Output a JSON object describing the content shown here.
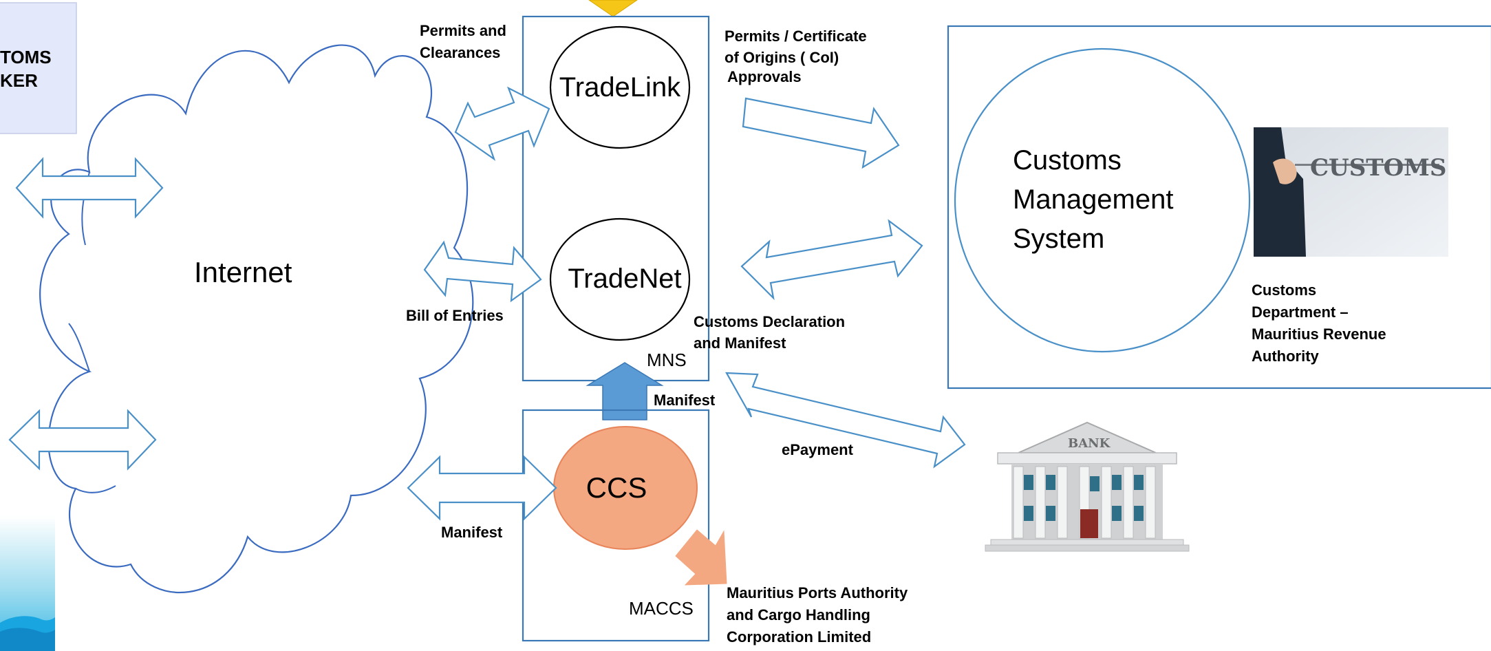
{
  "colors": {
    "arrow_outline": "#4a90c8",
    "cloud_outline": "#3a6bc0",
    "box_outline": "#3a78b5",
    "ccs_fill": "#f4a882",
    "ccs_outline": "#e8845a",
    "up_arrow_fill": "#5b9bd5",
    "top_arrow_fill": "#f5c518",
    "broker_box_fill": "#e3e8fb"
  },
  "broker_box": {
    "line1": "TOMS",
    "line2": "KER"
  },
  "cloud": {
    "label": "Internet"
  },
  "tradelink": {
    "label": "TradeLink"
  },
  "tradenet": {
    "label": "TradeNet"
  },
  "mns": {
    "label": "MNS"
  },
  "ccs": {
    "label": "CCS"
  },
  "maccs": {
    "label": "MACCS"
  },
  "cms": {
    "line1": "Customs",
    "line2": "Management",
    "line3": "System"
  },
  "customs_dept": {
    "line1": "Customs",
    "line2": "Department –",
    "line3": "Mauritius Revenue",
    "line4": "Authority"
  },
  "customs_image": {
    "label": "CUSTOMS",
    "icon": "customs-photo-icon"
  },
  "bank_image": {
    "label": "BANK",
    "icon": "bank-building-icon"
  },
  "labels": {
    "permits_clearances_1": "Permits and",
    "permits_clearances_2": "Clearances",
    "permits_coi_1": "Permits / Certificate",
    "permits_coi_2": "of Origins ( CoI)",
    "permits_coi_3": "Approvals",
    "bill_of_entries": "Bill of Entries",
    "customs_decl_1": "Customs Declaration",
    "customs_decl_2": "and Manifest",
    "manifest_upper": "Manifest",
    "manifest_lower": "Manifest",
    "epayment": "ePayment",
    "ports_1": "Mauritius Ports Authority",
    "ports_2": "and Cargo Handling",
    "ports_3": "Corporation Limited"
  }
}
